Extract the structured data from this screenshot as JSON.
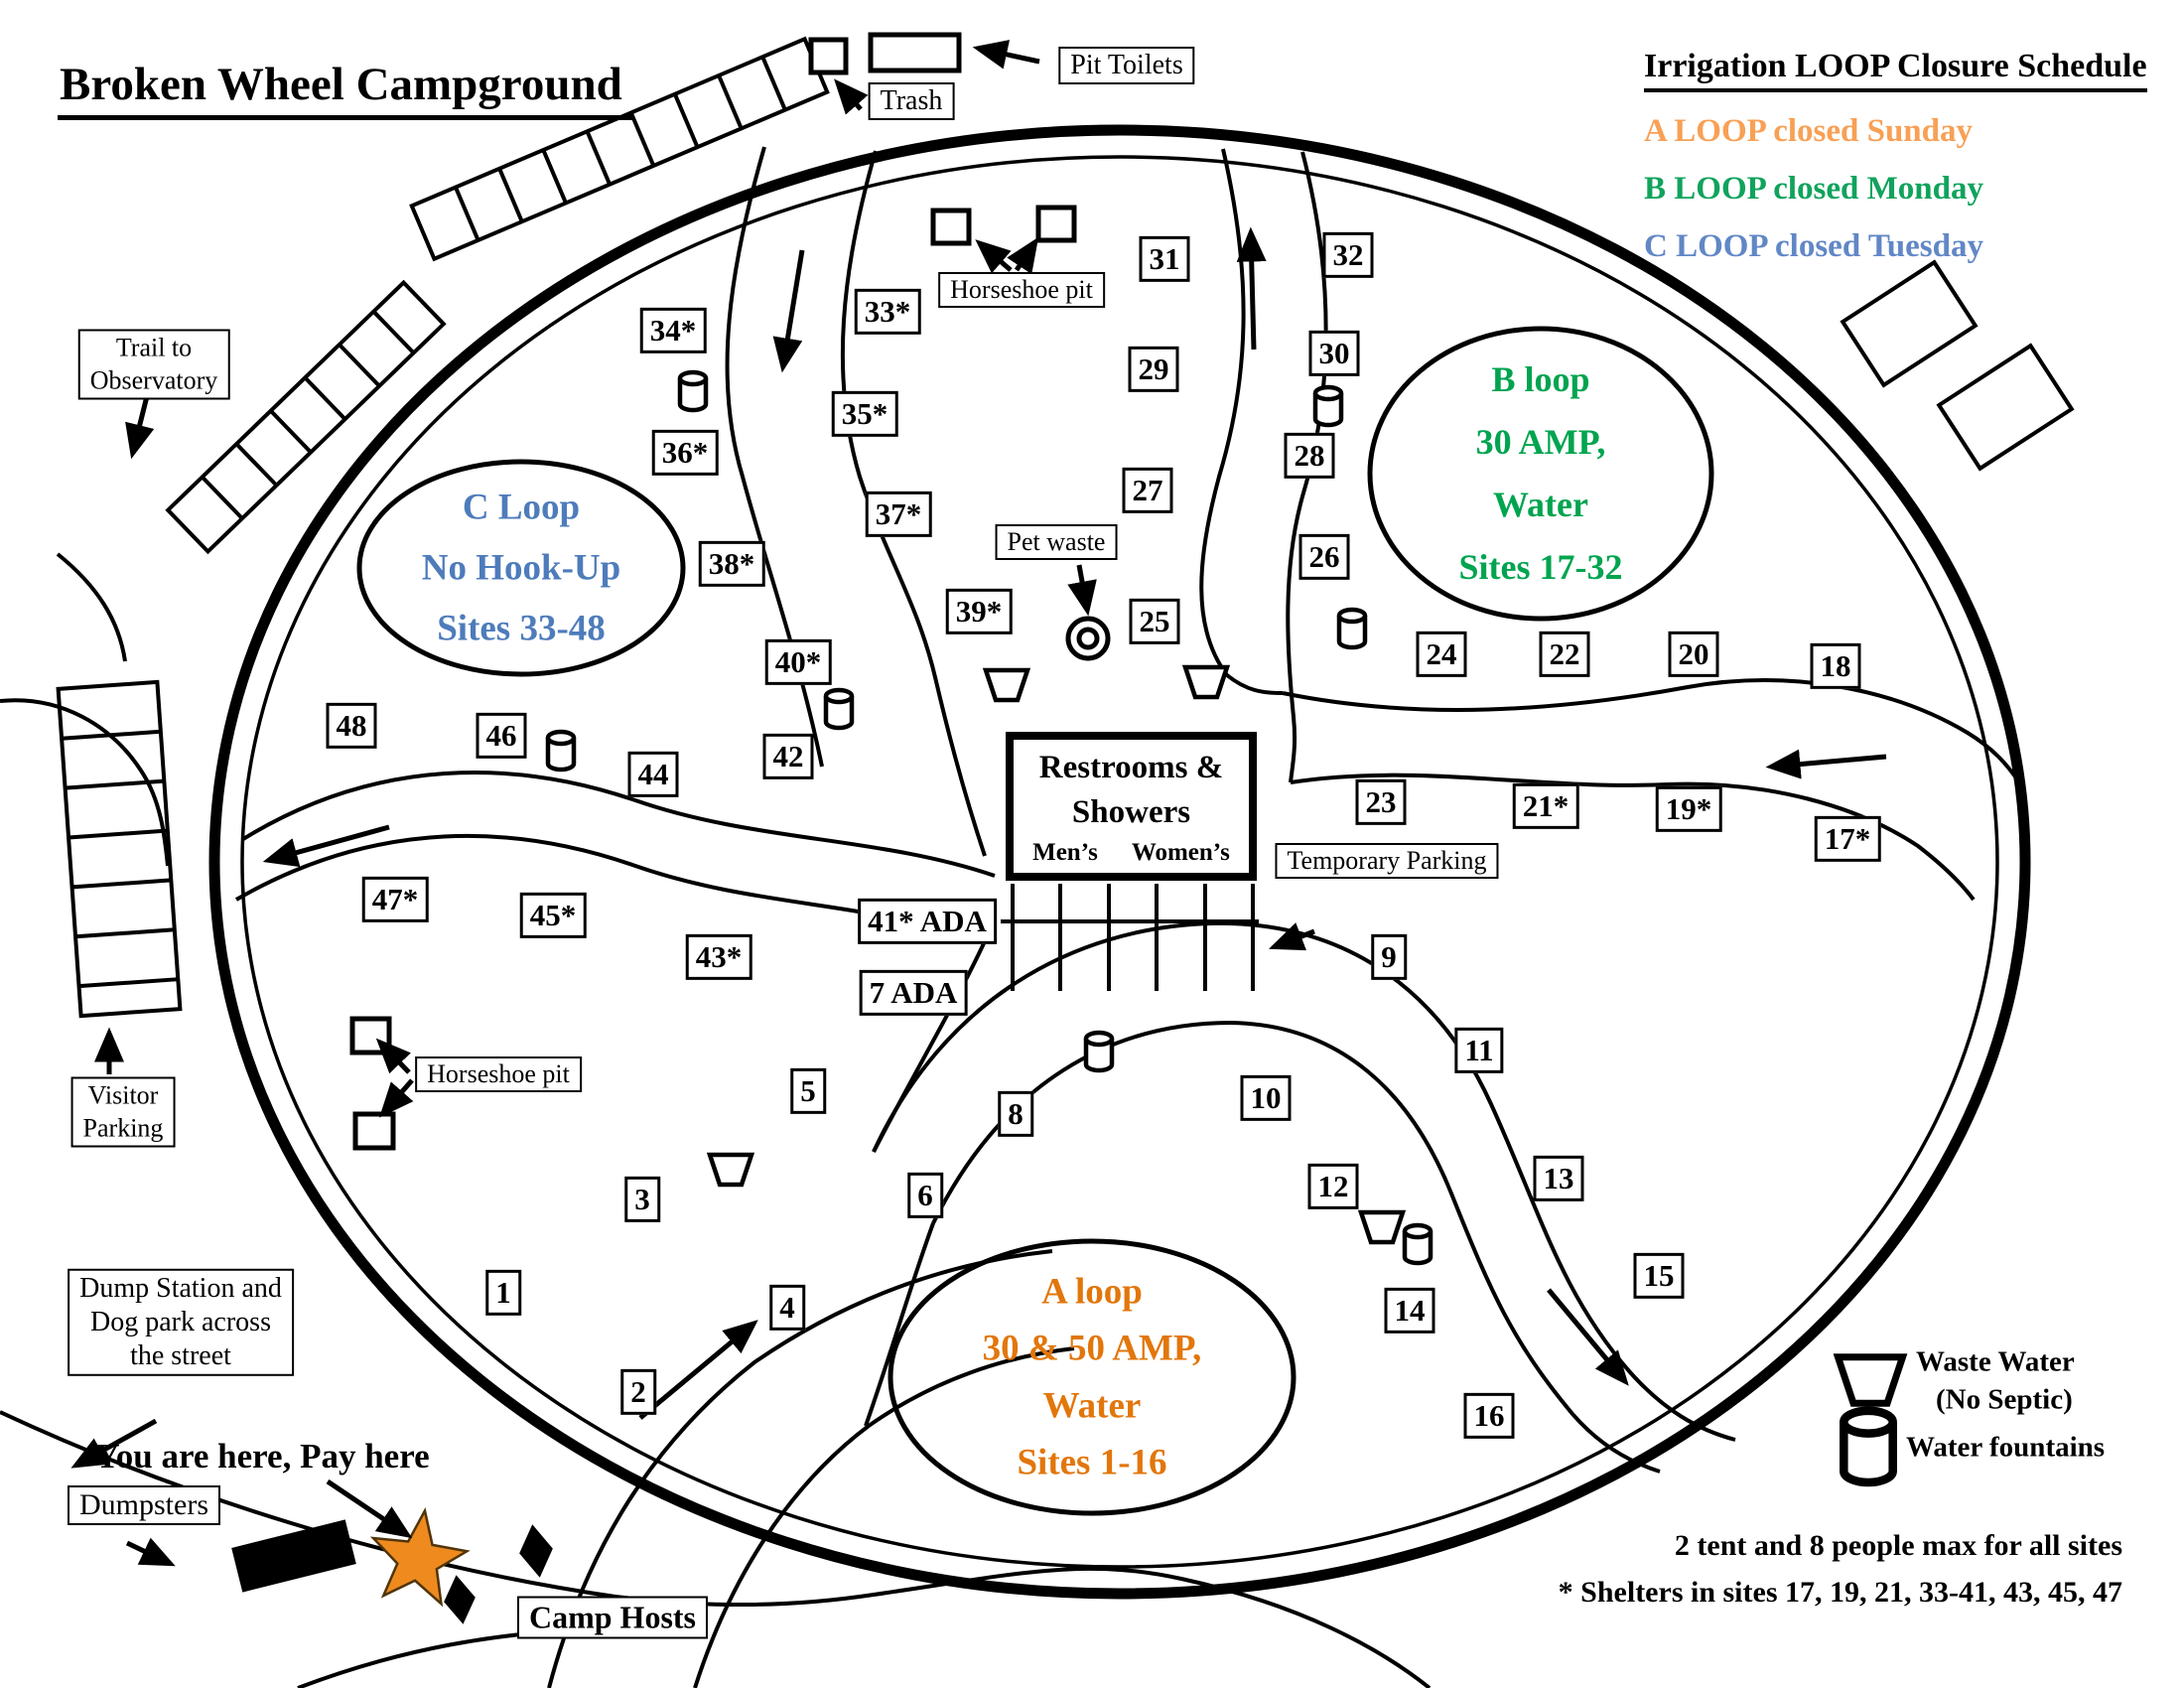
{
  "title": "Broken Wheel Campground",
  "schedule": {
    "title": "Irrigation LOOP Closure Schedule",
    "items": [
      {
        "label": "A LOOP closed Sunday",
        "color": "#F8A055"
      },
      {
        "label": "B LOOP closed Monday",
        "color": "#10A35C"
      },
      {
        "label": "C LOOP closed Tuesday",
        "color": "#6187C6"
      }
    ]
  },
  "loops": {
    "a": {
      "lines": [
        "A loop",
        "30 & 50 AMP,",
        "Water",
        "Sites 1-16"
      ],
      "color": "#E2760B"
    },
    "b": {
      "lines": [
        "B loop",
        "30 AMP,",
        "Water",
        "Sites 17-32"
      ],
      "color": "#00A44F"
    },
    "c": {
      "lines": [
        "C Loop",
        "No Hook-Up",
        "Sites 33-48"
      ],
      "color": "#4E7CBB"
    }
  },
  "facilities": {
    "pit_toilets": "Pit Toilets",
    "trash": "Trash",
    "horseshoe_pit": "Horseshoe pit",
    "pet_waste": "Pet waste",
    "temporary_parking": "Temporary Parking",
    "trail_observatory": [
      "Trail to",
      "Observatory"
    ],
    "visitor_parking": [
      "Visitor",
      "Parking"
    ],
    "dump_station": [
      "Dump Station and",
      "Dog park across",
      "the street"
    ],
    "you_are_here": "You are here, Pay here",
    "dumpsters": "Dumpsters",
    "camp_hosts": "Camp Hosts",
    "restrooms_line1": "Restrooms &",
    "restrooms_line2": "Showers",
    "mens": "Men’s",
    "womens": "Women’s"
  },
  "legend": {
    "waste_water_line1": "Waste Water",
    "waste_water_line2": "(No Septic)",
    "waste_water_icon": "waste-water-trapezoid-icon",
    "water_fountains": "Water fountains",
    "water_fountain_icon": "water-fountain-cylinder-icon",
    "you_are_here_icon": "orange-star-icon",
    "star_color": "#EE8A1E"
  },
  "notes": [
    "2 tent and 8 people max for all sites",
    "* Shelters in sites 17, 19, 21, 33-41, 43, 45, 47"
  ],
  "sites": {
    "s1": {
      "label": "1"
    },
    "s2": {
      "label": "2"
    },
    "s3": {
      "label": "3"
    },
    "s4": {
      "label": "4"
    },
    "s5": {
      "label": "5"
    },
    "s6": {
      "label": "6"
    },
    "s7": {
      "label": "7 ADA"
    },
    "s8": {
      "label": "8"
    },
    "s9": {
      "label": "9"
    },
    "s10": {
      "label": "10"
    },
    "s11": {
      "label": "11"
    },
    "s12": {
      "label": "12"
    },
    "s13": {
      "label": "13"
    },
    "s14": {
      "label": "14"
    },
    "s15": {
      "label": "15"
    },
    "s16": {
      "label": "16"
    },
    "s17": {
      "label": "17*"
    },
    "s18": {
      "label": "18"
    },
    "s19": {
      "label": "19*"
    },
    "s20": {
      "label": "20"
    },
    "s21": {
      "label": "21*"
    },
    "s22": {
      "label": "22"
    },
    "s23": {
      "label": "23"
    },
    "s24": {
      "label": "24"
    },
    "s25": {
      "label": "25"
    },
    "s26": {
      "label": "26"
    },
    "s27": {
      "label": "27"
    },
    "s28": {
      "label": "28"
    },
    "s29": {
      "label": "29"
    },
    "s30": {
      "label": "30"
    },
    "s31": {
      "label": "31"
    },
    "s32": {
      "label": "32"
    },
    "s33": {
      "label": "33*"
    },
    "s34": {
      "label": "34*"
    },
    "s35": {
      "label": "35*"
    },
    "s36": {
      "label": "36*"
    },
    "s37": {
      "label": "37*"
    },
    "s38": {
      "label": "38*"
    },
    "s39": {
      "label": "39*"
    },
    "s40": {
      "label": "40*"
    },
    "s41": {
      "label": "41* ADA"
    },
    "s42": {
      "label": "42"
    },
    "s43": {
      "label": "43*"
    },
    "s44": {
      "label": "44"
    },
    "s45": {
      "label": "45*"
    },
    "s46": {
      "label": "46"
    },
    "s47": {
      "label": "47*"
    },
    "s48": {
      "label": "48"
    }
  }
}
